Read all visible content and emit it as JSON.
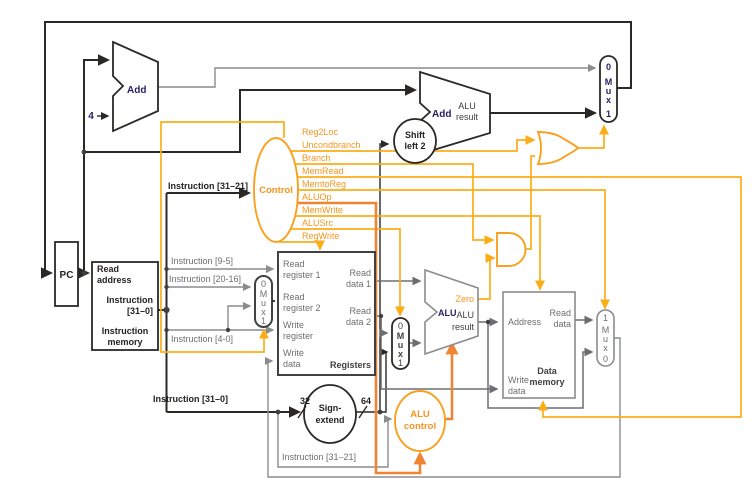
{
  "pc": {
    "label": "PC"
  },
  "add1": {
    "label": "Add"
  },
  "const4": "4",
  "add2": {
    "label": "Add",
    "result_l1": "ALU",
    "result_l2": "result"
  },
  "shift": {
    "l1": "Shift",
    "l2": "left 2"
  },
  "mux_letters": {
    "m": "M",
    "u": "u",
    "x": "x"
  },
  "top_mux": {
    "in0": "0",
    "in1": "1"
  },
  "reg_mux": {
    "in0": "0",
    "in1": "1"
  },
  "alu_src_mux": {
    "in0": "0",
    "in1": "1"
  },
  "mem_mux": {
    "in1": "1",
    "in0": "0"
  },
  "control": {
    "label": "Control",
    "signals": [
      "Reg2Loc",
      "Uncondbranch",
      "Branch",
      "MemRead",
      "MemtoReg",
      "ALUOp",
      "MemWrite",
      "ALUSrc",
      "RegWrite"
    ]
  },
  "instruction_memory": {
    "read_l1": "Read",
    "read_l2": "address",
    "out_l1": "Instruction",
    "out_l2": "[31–0]",
    "title_l1": "Instruction",
    "title_l2": "memory"
  },
  "instr_labels": {
    "to_control": "Instruction [31–21]",
    "f9_5": "Instruction [9-5]",
    "f20_16": "Instruction [20-16]",
    "f4_0": "Instruction [4-0]",
    "f31_0": "Instruction [31–0]",
    "to_alu_control": "Instruction [31–21]"
  },
  "registers": {
    "rr1_l1": "Read",
    "rr1_l2": "register 1",
    "rd1_l1": "Read",
    "rd1_l2": "data 1",
    "rr2_l1": "Read",
    "rr2_l2": "register 2",
    "wr_l1": "Write",
    "wr_l2": "register",
    "rd2_l1": "Read",
    "rd2_l2": "data 2",
    "wd_l1": "Write",
    "wd_l2": "data",
    "title": "Registers"
  },
  "sign_extend": {
    "l1": "Sign-",
    "l2": "extend",
    "in_width": "32",
    "out_width": "64"
  },
  "alu": {
    "label": "ALU",
    "zero": "Zero",
    "res_l1": "ALU",
    "res_l2": "result"
  },
  "alu_control": {
    "l1": "ALU",
    "l2": "control"
  },
  "data_memory": {
    "address": "Address",
    "rd_l1": "Read",
    "rd_l2": "data",
    "wd_l1": "Write",
    "wd_l2": "data",
    "title_l1": "Data",
    "title_l2": "memory"
  },
  "colors": {
    "signal_gold": "#FBAD18",
    "signal_orange": "#EF8432",
    "wire_black": "#2b2926",
    "wire_gray": "#8a8c8e",
    "label_gold": "#F7941D"
  }
}
